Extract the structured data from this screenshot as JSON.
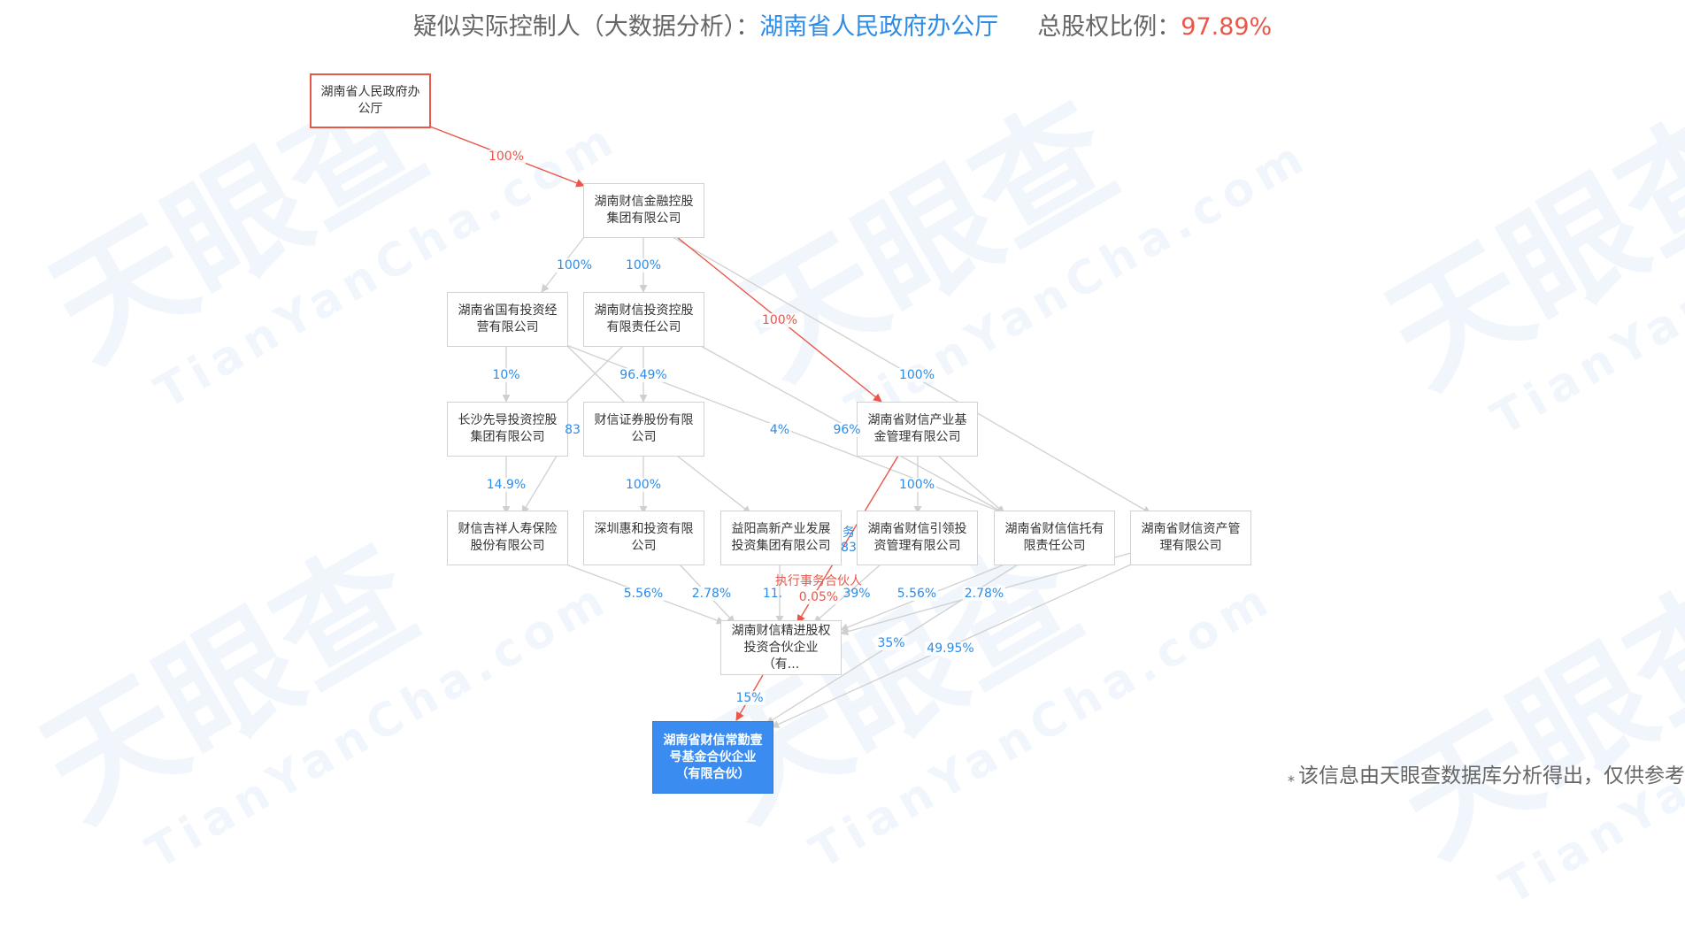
{
  "header": {
    "prefix": "疑似实际控制人（大数据分析）：",
    "controller": "湖南省人民政府办公厅",
    "ratio_label": "总股权比例：",
    "ratio_value": "97.89%"
  },
  "nodes": {
    "root": "湖南省人民政府办公厅",
    "caixin_fin": "湖南财信金融控股集团有限公司",
    "state_assets": "湖南省国有投资经营有限公司",
    "caixin_inv": "湖南财信投资控股有限责任公司",
    "changsha": "长沙先导投资控股集团有限公司",
    "securities": "财信证券股份有限公司",
    "industry_fund": "湖南省财信产业基金管理有限公司",
    "jixiang": "财信吉祥人寿保险股份有限公司",
    "shenzhen": "深圳惠和投资有限公司",
    "yiyang": "益阳高新产业发展投资集团有限公司",
    "yinling": "湖南省财信引领投资管理有限公司",
    "trust": "湖南省财信信托有限责任公司",
    "asset_mgmt": "湖南省财信资产管理有限公司",
    "jingjin": "湖南财信精进股权投资合伙企业（有...",
    "target": "湖南省财信常勤壹号基金合伙企业（有限合伙）"
  },
  "edge_labels": {
    "root_fin": "100%",
    "fin_state": "100%",
    "fin_inv": "100%",
    "fin_fund": "100%",
    "fin_asset": "100%",
    "state_changsha": "10%",
    "inv_sec": "96.49%",
    "state_sec_cut": "83",
    "state_trust": "4%",
    "inv_trust": "96%",
    "changsha_jixiang": "14.9%",
    "sec_shenzhen": "100%",
    "fund_yinling": "100%",
    "yiyang_cut1": "务",
    "yiyang_cut2": "83",
    "partner_role": "执行事务合伙人",
    "partner_pct": "0.05%",
    "jixiang_jingjin": "5.56%",
    "shenzhen_jingjin": "2.78%",
    "yiyang_jingjin": "11.",
    "yinling_jingjin": "39%",
    "trust_jingjin": "5.56%",
    "asset_jingjin": "2.78%",
    "trust_target": "35%",
    "asset_target": "49.95%",
    "jingjin_target": "15%"
  },
  "watermark": {
    "cn": "天眼查",
    "en": "TianYanCha.com"
  },
  "footnote": {
    "star": "*",
    "text": "该信息由天眼查数据库分析得出，仅供参考"
  },
  "colors": {
    "accent": "#2d8ce8",
    "highlight": "#e8574a",
    "target_fill": "#3b8cf0",
    "edge": "#d0d0d0"
  }
}
